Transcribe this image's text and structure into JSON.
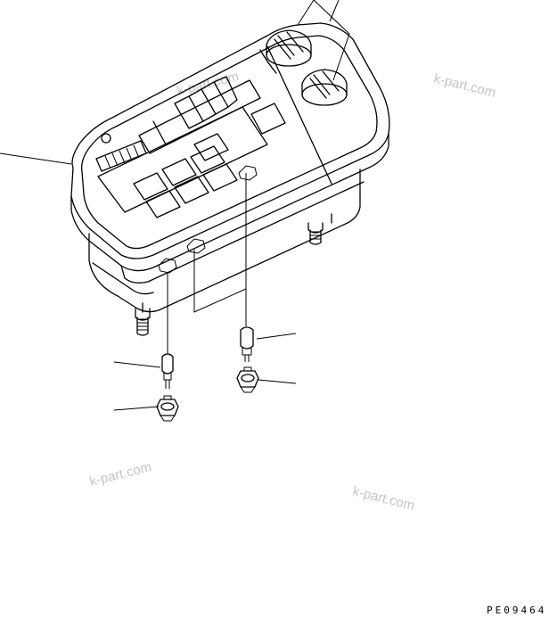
{
  "drawing": {
    "code": "PE09464",
    "watermarks": [
      "k-part.com",
      "k-part.com",
      "k-part.com",
      "k-part.com"
    ]
  }
}
